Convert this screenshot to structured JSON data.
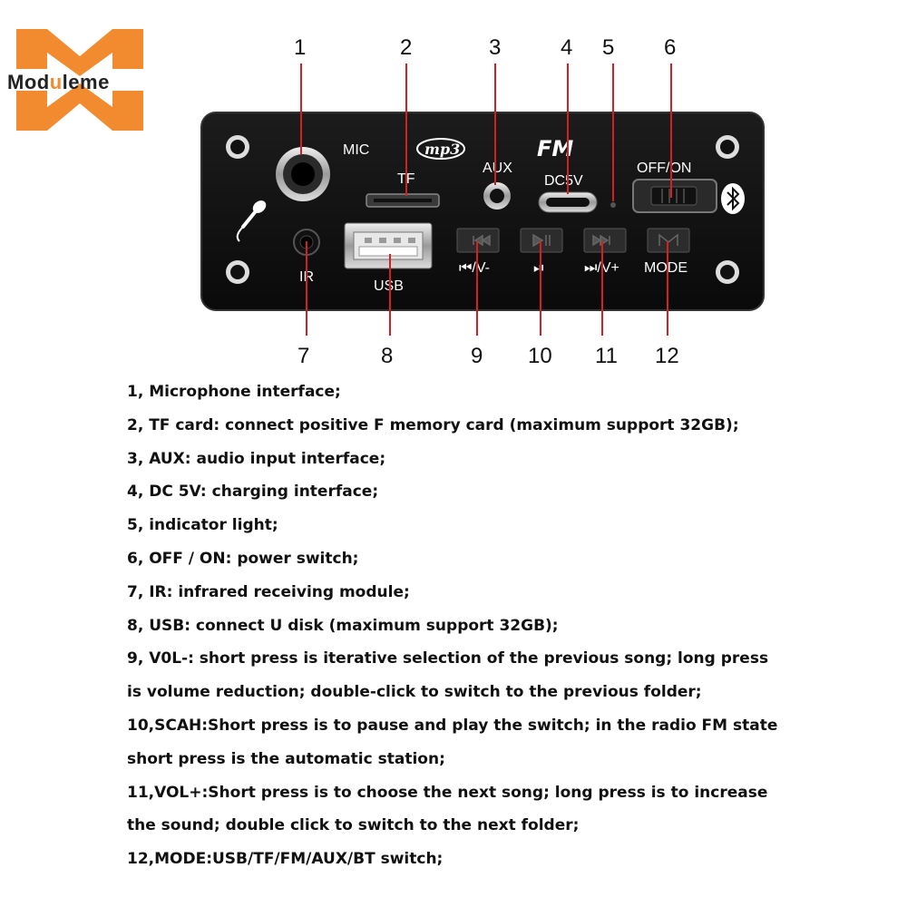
{
  "brand": {
    "logo_text_start": "Mod",
    "logo_text_accent": "u",
    "logo_text_end": "leme",
    "accent_color": "#F28B2F"
  },
  "panel": {
    "labels": {
      "mic": "MIC",
      "tf": "TF",
      "aux": "AUX",
      "dc5v": "DC5V",
      "offon": "OFF/ON",
      "ir": "IR",
      "usb": "USB",
      "prev": "⏮/V-",
      "play": "⏯",
      "next": "⏭/V+",
      "mode": "MODE",
      "mp3_logo": "mp3",
      "fm_logo": "FM"
    },
    "icons": [
      "microphone-icon",
      "bluetooth-icon",
      "prev-track-icon",
      "play-pause-icon",
      "next-track-icon",
      "mode-icon"
    ]
  },
  "callouts": [
    "1",
    "2",
    "3",
    "4",
    "5",
    "6",
    "7",
    "8",
    "9",
    "10",
    "11",
    "12"
  ],
  "descriptions": [
    "1, Microphone interface;",
    "2, TF card: connect positive F memory card (maximum support 32GB);",
    "3, AUX: audio input interface;",
    "4, DC 5V: charging interface;",
    "5, indicator light;",
    "6, OFF / ON: power switch;",
    "7, IR: infrared receiving module;",
    "8, USB: connect U disk (maximum support 32GB);",
    "9, V0L-: short press is iterative selection of the previous song; long press",
    "is volume reduction; double-click to switch to the previous folder;",
    "10,SCAH:Short press is to pause and play the switch; in the radio FM state",
    "short press is the automatic station;",
    "11,VOL+:Short press is to choose the next song; long press is to increase",
    "the sound; double click to switch to the next folder;",
    "12,MODE:USB/TF/FM/AUX/BT switch;"
  ]
}
